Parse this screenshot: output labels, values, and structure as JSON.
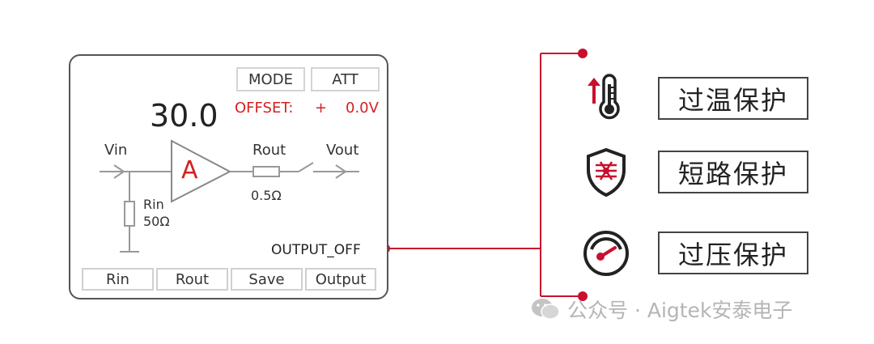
{
  "panel": {
    "mode_label": "MODE",
    "att_label": "ATT",
    "value": "30.0",
    "offset_label": "OFFSET:",
    "offset_sign": "+",
    "offset_value": "0.0V",
    "vin_label": "Vin",
    "amp_label": "A",
    "rout_label": "Rout",
    "rout_value": "0.5Ω",
    "vout_label": "Vout",
    "rin_label": "Rin",
    "rin_value": "50Ω",
    "output_status": "OUTPUT_OFF",
    "buttons": [
      "Rin",
      "Rout",
      "Save",
      "Output"
    ]
  },
  "protections": [
    {
      "icon": "thermometer-up-icon",
      "label": "过温保护"
    },
    {
      "icon": "shield-circuit-icon",
      "label": "短路保护"
    },
    {
      "icon": "gauge-icon",
      "label": "过压保护"
    }
  ],
  "watermark": {
    "text": "公众号 · Aigtek安泰电子"
  },
  "colors": {
    "accent": "#c8102e",
    "panel_border": "#555555",
    "button_border": "#d0d0d0"
  }
}
